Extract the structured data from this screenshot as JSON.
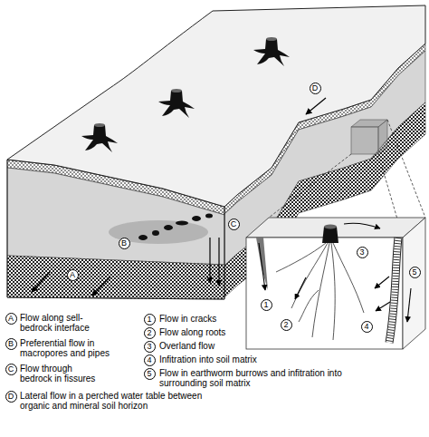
{
  "diagram": {
    "labels": [
      "A",
      "B",
      "C",
      "D",
      "1",
      "2",
      "3",
      "4",
      "5",
      "A",
      "Flow along sell-bedrock interface",
      "B",
      "Preferential flow in macropores and pipes",
      "C",
      "Flow through bedrock in fissures",
      "D",
      "Lateral flow in a perched water table between organic and mineral soil horizon",
      "1",
      "Flow in cracks",
      "2",
      "Flow along roots",
      "3",
      "Overland flow",
      "4",
      "Infitration into soil matrix",
      "5",
      "Flow in earthworm burrows and infitration into surrounding soil matrix"
    ]
  }
}
